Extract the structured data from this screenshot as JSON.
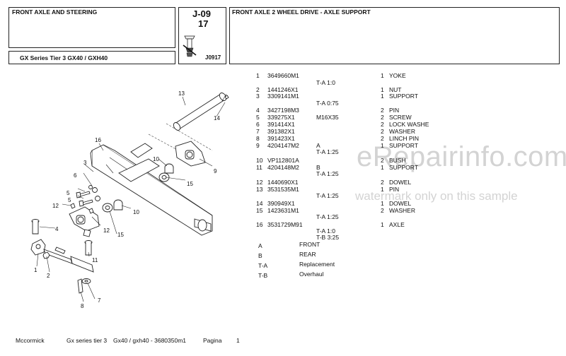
{
  "header": {
    "section_title": "FRONT AXLE AND STEERING",
    "series_label": "GX Series Tier 3  GX40 / GXH40",
    "page_code": "J-09",
    "page_number": "17",
    "ref_code": "J0917",
    "group_title": "FRONT AXLE 2 WHEEL DRIVE - AXLE SUPPORT"
  },
  "parts": [
    {
      "ref": "1",
      "part_no": "3649660M1",
      "spec": "",
      "qty": "1",
      "desc": "YOKE"
    },
    {
      "ref": "",
      "part_no": "",
      "spec": "T-A 1:0",
      "qty": "",
      "desc": ""
    },
    {
      "ref": "2",
      "part_no": "1441246X1",
      "spec": "",
      "qty": "1",
      "desc": "NUT"
    },
    {
      "ref": "3",
      "part_no": "3309141M1",
      "spec": "",
      "qty": "1",
      "desc": "SUPPORT"
    },
    {
      "ref": "",
      "part_no": "",
      "spec": "T-A 0:75",
      "qty": "",
      "desc": ""
    },
    {
      "ref": "4",
      "part_no": "3427198M3",
      "spec": "",
      "qty": "2",
      "desc": "PIN"
    },
    {
      "ref": "5",
      "part_no": "339275X1",
      "spec": "M16X35",
      "qty": "2",
      "desc": "SCREW"
    },
    {
      "ref": "6",
      "part_no": "391414X1",
      "spec": "",
      "qty": "2",
      "desc": "LOCK WASHE"
    },
    {
      "ref": "7",
      "part_no": "391382X1",
      "spec": "",
      "qty": "2",
      "desc": "WASHER"
    },
    {
      "ref": "8",
      "part_no": "391423X1",
      "spec": "",
      "qty": "2",
      "desc": "LINCH PIN"
    },
    {
      "ref": "9",
      "part_no": "4204147M2",
      "spec": "A",
      "qty": "1",
      "desc": "SUPPORT"
    },
    {
      "ref": "",
      "part_no": "",
      "spec": "T-A 1:25",
      "qty": "",
      "desc": ""
    },
    {
      "ref": "10",
      "part_no": "VP112801A",
      "spec": "",
      "qty": "2",
      "desc": "BUSH"
    },
    {
      "ref": "11",
      "part_no": "4204148M2",
      "spec": "B",
      "qty": "1",
      "desc": "SUPPORT"
    },
    {
      "ref": "",
      "part_no": "",
      "spec": "T-A 1:25",
      "qty": "",
      "desc": ""
    },
    {
      "ref": "12",
      "part_no": "1440690X1",
      "spec": "",
      "qty": "2",
      "desc": "DOWEL"
    },
    {
      "ref": "13",
      "part_no": "3531535M1",
      "spec": "",
      "qty": "1",
      "desc": "PIN"
    },
    {
      "ref": "",
      "part_no": "",
      "spec": "T-A 1:25",
      "qty": "",
      "desc": ""
    },
    {
      "ref": "14",
      "part_no": "390949X1",
      "spec": "",
      "qty": "1",
      "desc": "DOWEL"
    },
    {
      "ref": "15",
      "part_no": "1423631M1",
      "spec": "",
      "qty": "2",
      "desc": "WASHER"
    },
    {
      "ref": "",
      "part_no": "",
      "spec": "T-A 1:25",
      "qty": "",
      "desc": ""
    },
    {
      "ref": "16",
      "part_no": "3531729M91",
      "spec": "",
      "qty": "1",
      "desc": "AXLE"
    },
    {
      "ref": "",
      "part_no": "",
      "spec": "T-A 1:0",
      "qty": "",
      "desc": ""
    },
    {
      "ref": "",
      "part_no": "",
      "spec": "T-B 3:25",
      "qty": "",
      "desc": ""
    }
  ],
  "legend": [
    {
      "code": "A",
      "meaning": "FRONT"
    },
    {
      "code": "B",
      "meaning": "REAR"
    },
    {
      "code": "T-A",
      "meaning": "Replacement"
    },
    {
      "code": "T-B",
      "meaning": "Overhaul"
    }
  ],
  "watermark": {
    "site": "eRepairinfo.com",
    "note": "watermark only on this sample"
  },
  "footer": {
    "brand": "Mccormick",
    "series": "Gx series tier 3",
    "model": "Gx40 / gxh40   - 3680350m1",
    "page_label": "Pagina",
    "page_num": "1"
  },
  "diagram": {
    "callouts": [
      "1",
      "2",
      "3",
      "4",
      "5",
      "6",
      "7",
      "8",
      "9",
      "10",
      "11",
      "12",
      "13",
      "14",
      "15",
      "16"
    ]
  }
}
